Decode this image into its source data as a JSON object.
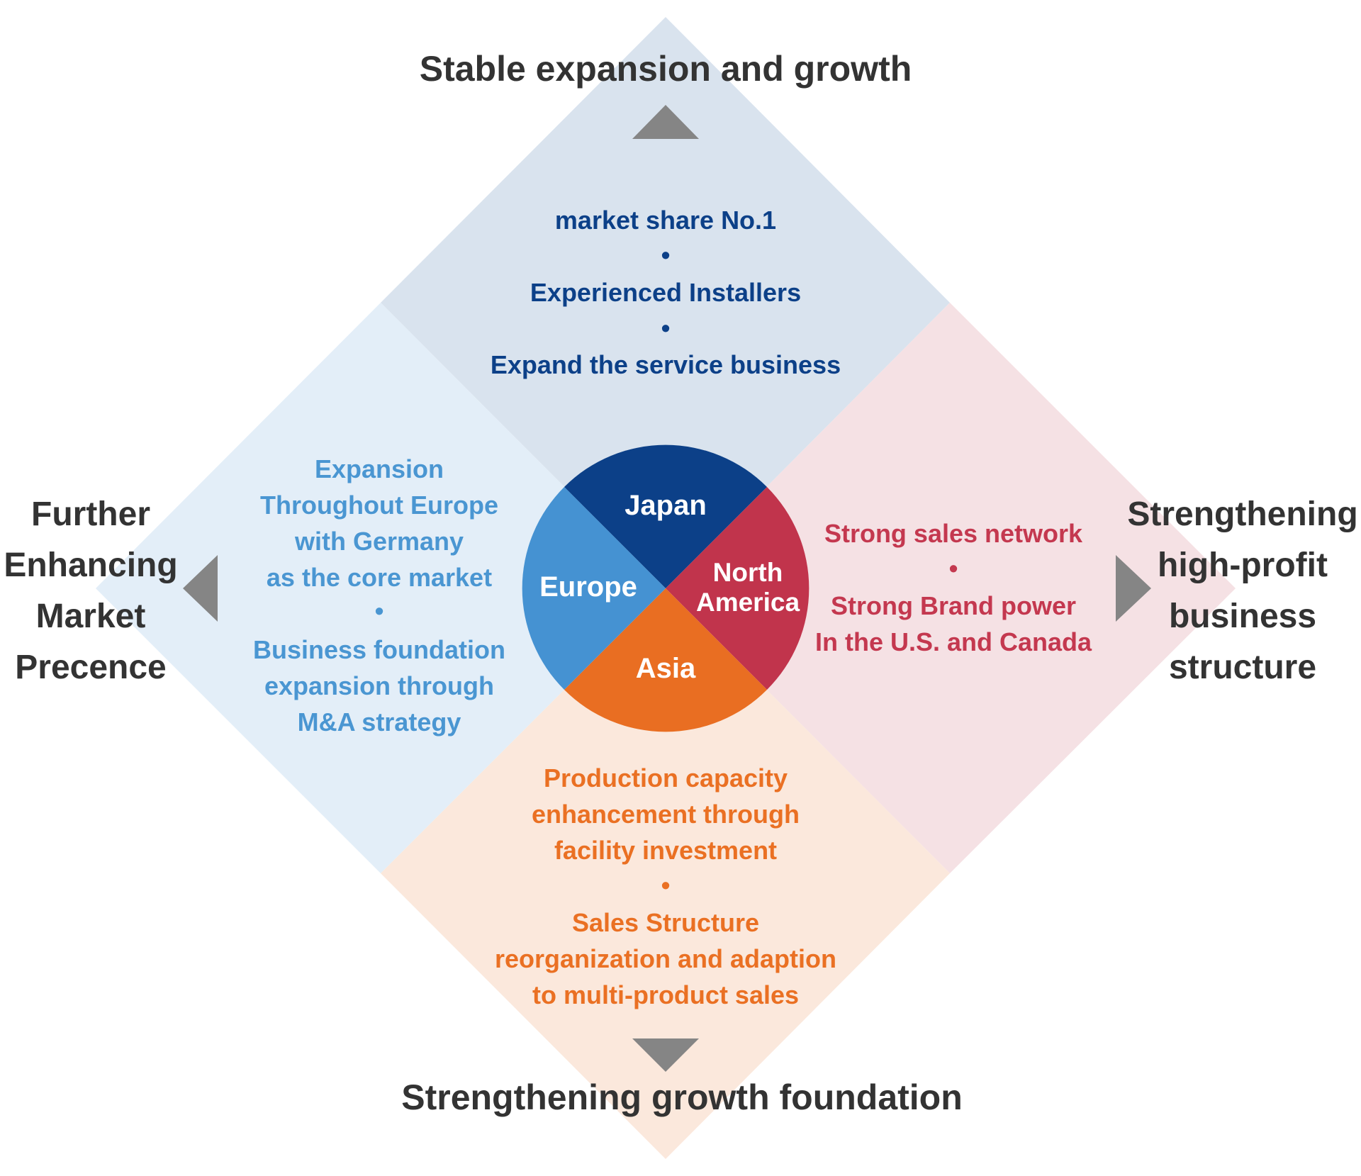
{
  "outer_labels": {
    "top": "Stable expansion and growth",
    "bottom": "Strengthening growth foundation",
    "left": [
      "Further",
      "Enhancing",
      "Market",
      "Precence"
    ],
    "right": [
      "Strengthening",
      "high-profit",
      "business",
      "structure"
    ]
  },
  "quadrants": {
    "japan": {
      "color": "#0c4088",
      "lines": [
        "market share No.1",
        "•",
        "Experienced Installers",
        "•",
        "Expand the service business"
      ]
    },
    "europe": {
      "color": "#4a96d2",
      "lines": [
        "Expansion",
        "Throughout Europe",
        "with Germany",
        "as the core market",
        "•",
        "Business foundation",
        "expansion through",
        "M&A strategy"
      ]
    },
    "north_america": {
      "color": "#c4384f",
      "lines": [
        "Strong sales network",
        "•",
        "Strong Brand power",
        "In the U.S. and Canada"
      ]
    },
    "asia": {
      "color": "#ea7023",
      "lines": [
        "Production capacity",
        "enhancement through",
        "facility investment",
        "•",
        "Sales Structure",
        "reorganization and adaption",
        "to multi-product sales"
      ]
    }
  },
  "regions": {
    "japan": "Japan",
    "europe": "Europe",
    "north_america": [
      "North",
      "America"
    ],
    "asia": "Asia"
  },
  "colors": {
    "japan_bg": "#d9e3ee",
    "europe_bg": "#e3eef8",
    "north_america_bg": "#f5e1e4",
    "asia_bg": "#fbe8dc",
    "japan_circle": "#0c4088",
    "europe_circle": "#4592d2",
    "north_america_circle": "#c1344c",
    "asia_circle": "#e96e22",
    "arrow": "#858585",
    "outer_text": "#333333"
  }
}
